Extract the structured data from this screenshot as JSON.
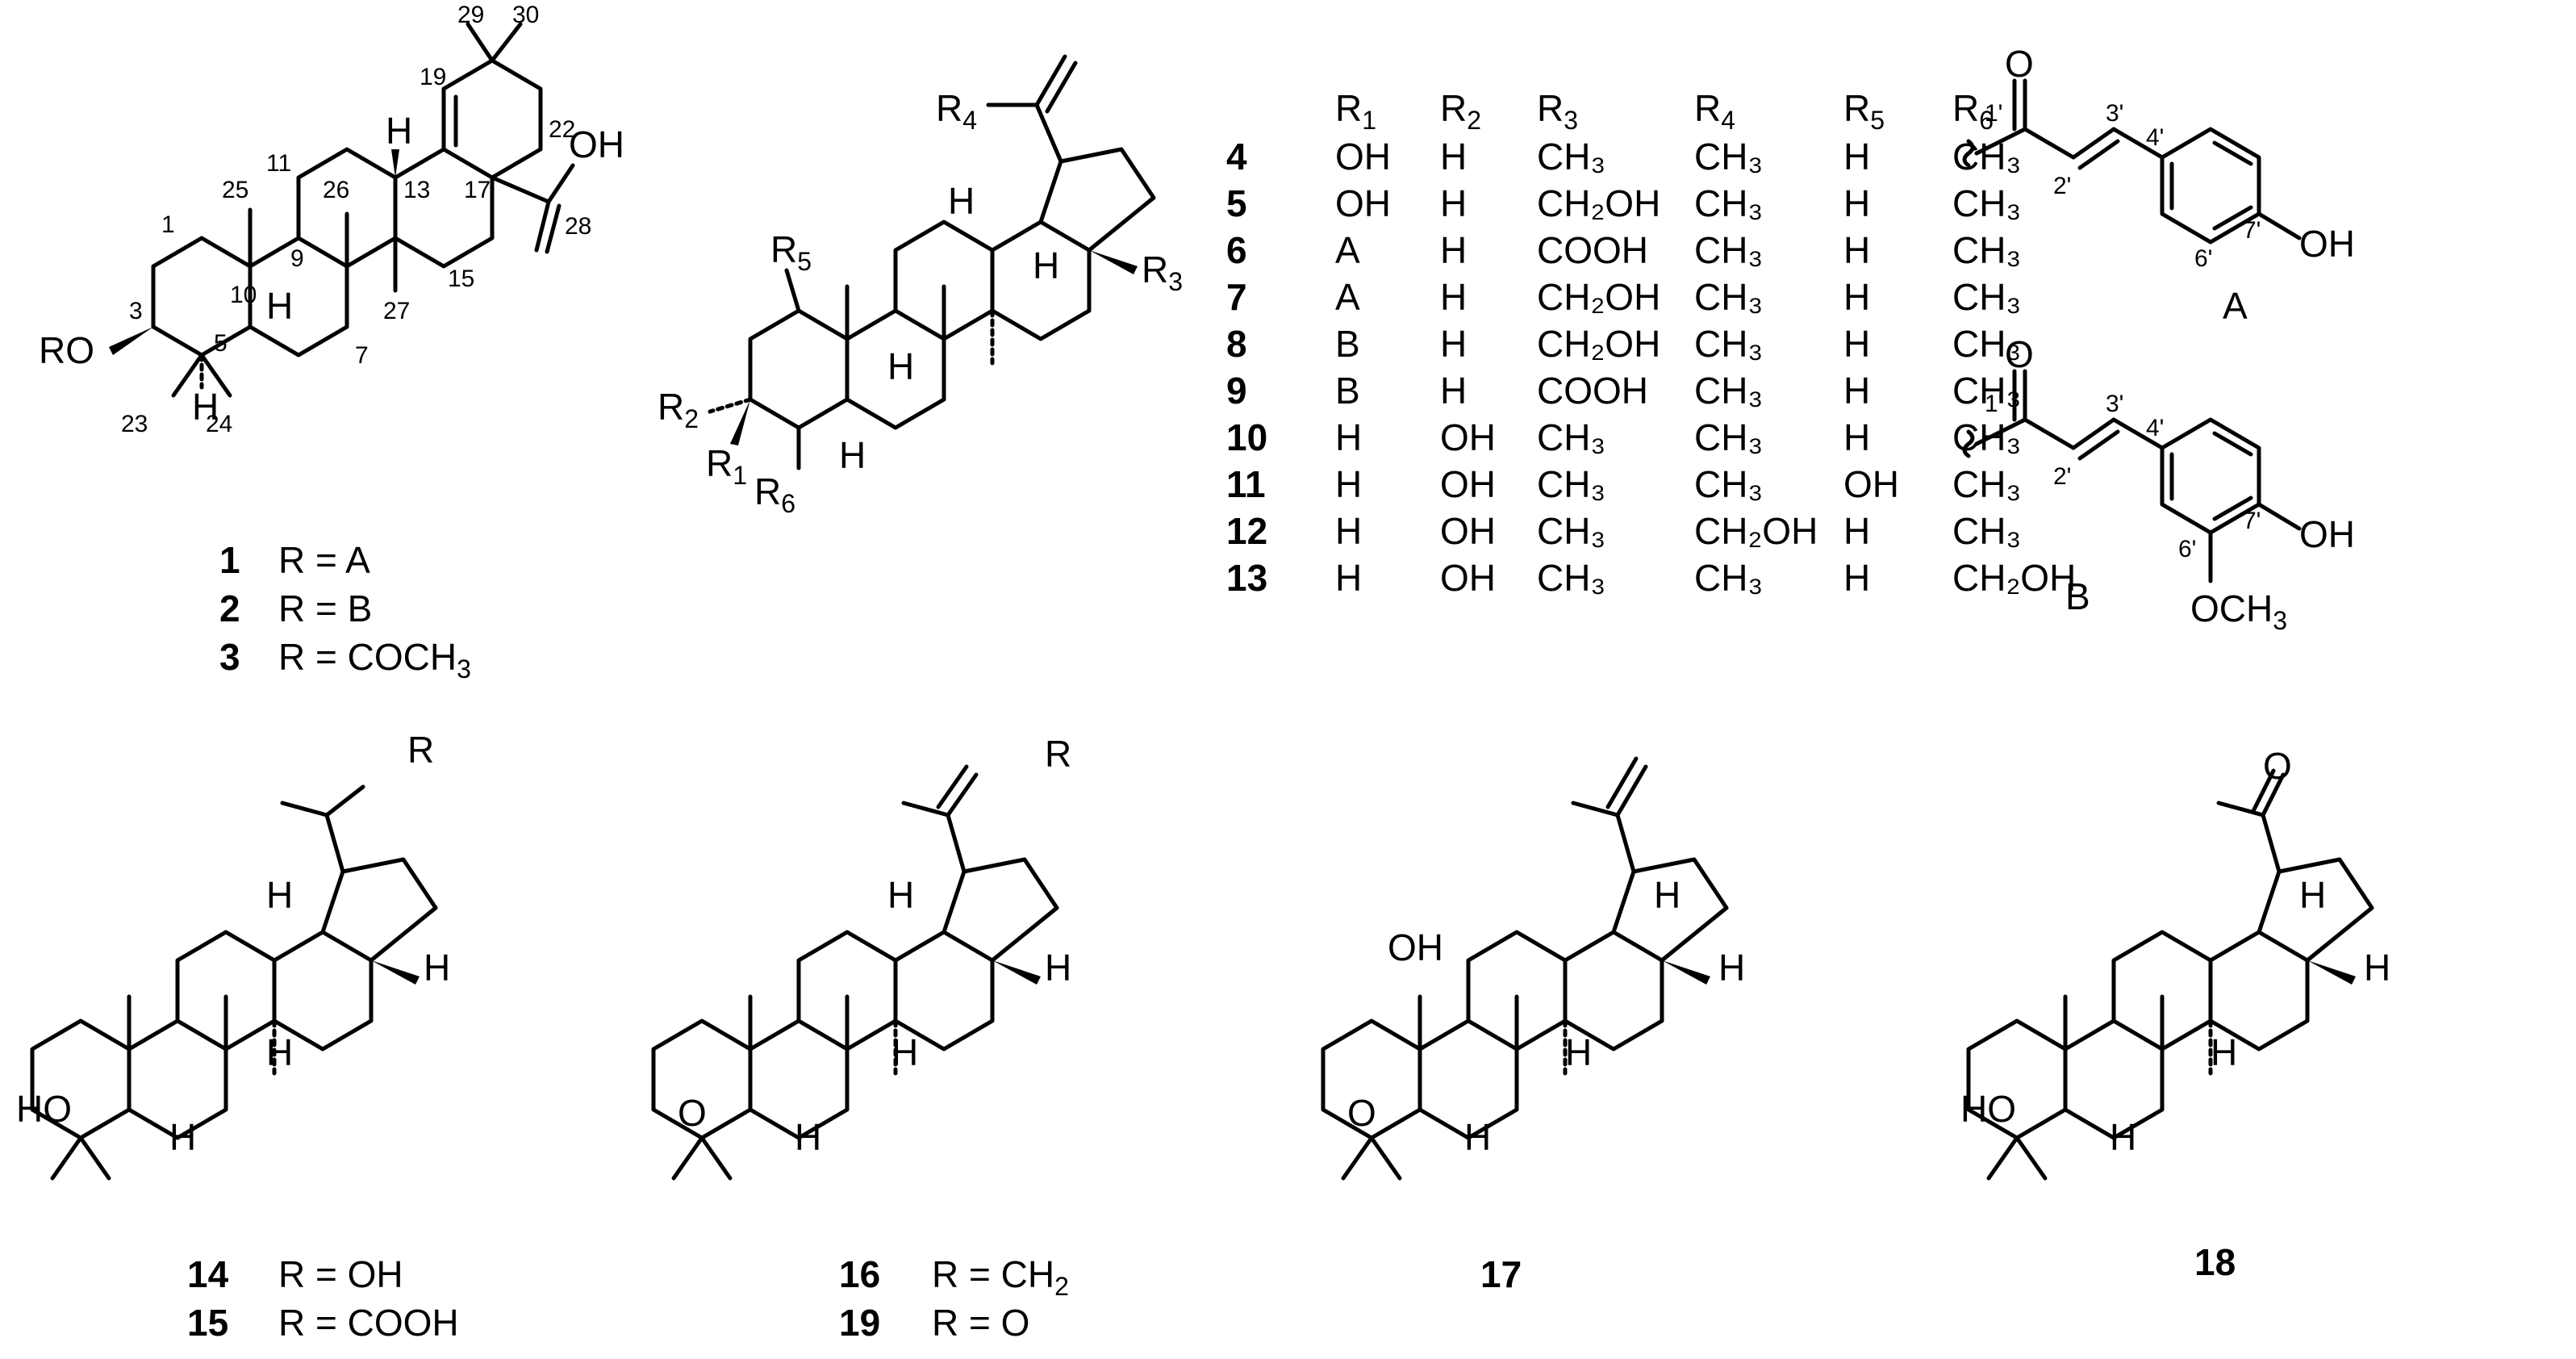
{
  "compound1_3": {
    "numbers": [
      "29",
      "30",
      "19",
      "11",
      "25",
      "26",
      "13",
      "22",
      "1",
      "9",
      "17",
      "28",
      "10",
      "3",
      "5",
      "15",
      "7",
      "27",
      "23",
      "24"
    ],
    "atom_labels": {
      "H": "H",
      "oh": "OH",
      "ro": "RO"
    },
    "rows": [
      {
        "id": "1",
        "text": "R = A"
      },
      {
        "id": "2",
        "text": "R = B"
      },
      {
        "id": "3",
        "text": "R = COCH",
        "sub": "3"
      }
    ]
  },
  "compound4_13_core": {
    "labels": {
      "r4": "R",
      "r4s": "4",
      "r5": "R",
      "r5s": "5",
      "r3": "R",
      "r3s": "3",
      "r2": "R",
      "r2s": "2",
      "r1": "R",
      "r1s": "1",
      "r6": "R",
      "r6s": "6",
      "h": "H"
    }
  },
  "table": {
    "headers": [
      {
        "t": "R",
        "s": "1"
      },
      {
        "t": "R",
        "s": "2"
      },
      {
        "t": "R",
        "s": "3"
      },
      {
        "t": "R",
        "s": "4"
      },
      {
        "t": "R",
        "s": "5"
      },
      {
        "t": "R",
        "s": "6"
      }
    ],
    "rows": [
      {
        "id": "4",
        "c": [
          "OH",
          "H",
          "CH₃",
          "CH₃",
          "H",
          "CH₃"
        ]
      },
      {
        "id": "5",
        "c": [
          "OH",
          "H",
          "CH₂OH",
          "CH₃",
          "H",
          "CH₃"
        ]
      },
      {
        "id": "6",
        "c": [
          "A",
          "H",
          "COOH",
          "CH₃",
          "H",
          "CH₃"
        ]
      },
      {
        "id": "7",
        "c": [
          "A",
          "H",
          "CH₂OH",
          "CH₃",
          "H",
          "CH₃"
        ]
      },
      {
        "id": "8",
        "c": [
          "B",
          "H",
          "CH₂OH",
          "CH₃",
          "H",
          "CH₃"
        ]
      },
      {
        "id": "9",
        "c": [
          "B",
          "H",
          "COOH",
          "CH₃",
          "H",
          "CH₃"
        ]
      },
      {
        "id": "10",
        "c": [
          "H",
          "OH",
          "CH₃",
          "CH₃",
          "H",
          "CH₃"
        ]
      },
      {
        "id": "11",
        "c": [
          "H",
          "OH",
          "CH₃",
          "CH₃",
          "OH",
          "CH₃"
        ]
      },
      {
        "id": "12",
        "c": [
          "H",
          "OH",
          "CH₃",
          "CH₂OH",
          "H",
          "CH₃"
        ]
      },
      {
        "id": "13",
        "c": [
          "H",
          "OH",
          "CH₃",
          "CH₃",
          "H",
          "CH₂OH"
        ]
      }
    ]
  },
  "substituent_A": {
    "name": "A",
    "labels": {
      "o": "O",
      "p1": "1'",
      "p2": "2'",
      "p3": "3'",
      "p4": "4'",
      "p6": "6'",
      "p7": "7'",
      "oh": "OH"
    }
  },
  "substituent_B": {
    "name": "B",
    "labels": {
      "o": "O",
      "p1": "1'",
      "p2": "2'",
      "p3": "3'",
      "p4": "4'",
      "p6": "6'",
      "p7": "7'",
      "oh": "OH",
      "och3": "OCH",
      "och3s": "3"
    }
  },
  "compounds_bottom": {
    "c14_15": {
      "r": "R",
      "h": "H",
      "ho": "HO",
      "rows": [
        {
          "id": "14",
          "text": "R = OH"
        },
        {
          "id": "15",
          "text": "R = COOH"
        }
      ]
    },
    "c16_19": {
      "r": "R",
      "h": "H",
      "o": "O",
      "rows": [
        {
          "id": "16",
          "text": "R = CH",
          "sub": "2"
        },
        {
          "id": "19",
          "text": "R = O"
        }
      ]
    },
    "c17": {
      "oh": "OH",
      "h": "H",
      "o": "O",
      "id": "17"
    },
    "c18": {
      "o": "O",
      "h": "H",
      "ho": "HO",
      "id": "18"
    }
  }
}
